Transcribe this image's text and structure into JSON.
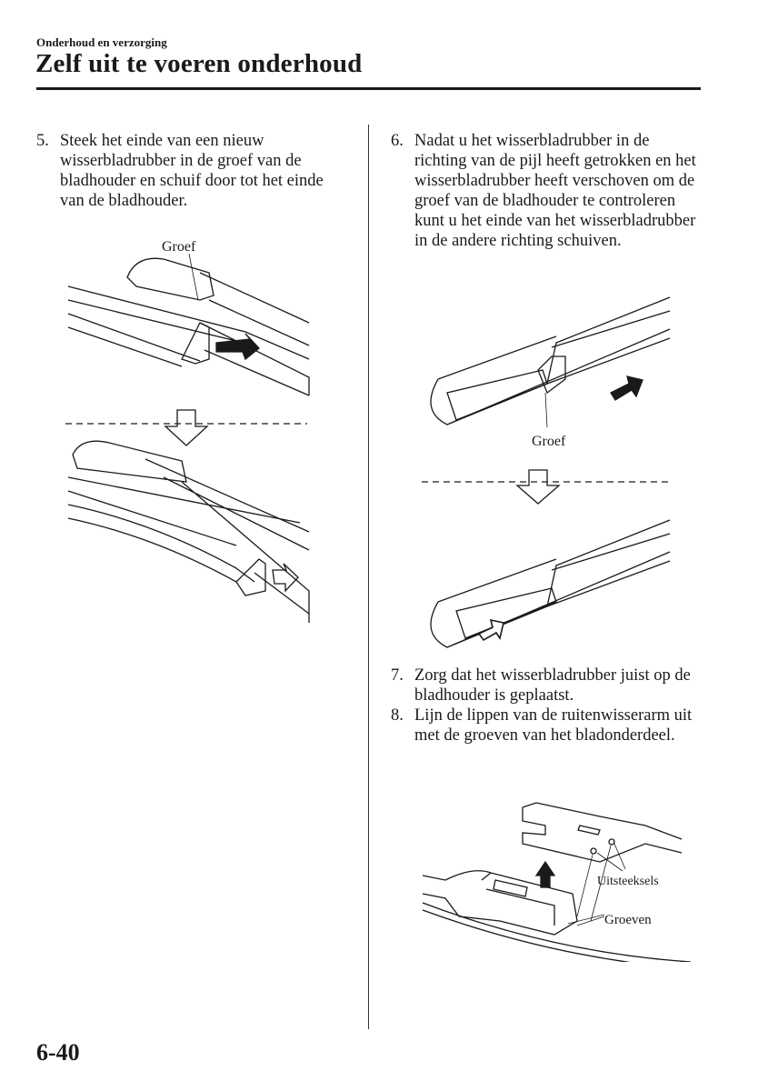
{
  "header": {
    "section": "Onderhoud en verzorging",
    "title": "Zelf uit te voeren onderhoud"
  },
  "steps": [
    {
      "num": "5.",
      "text": "Steek het einde van een nieuw wisserbladrubber in de groef van de bladhouder en schuif door tot het einde van de bladhouder."
    },
    {
      "num": "6.",
      "text": "Nadat u het wisserbladrubber in de richting van de pijl heeft getrokken en het wisserbladrubber heeft verschoven om de groef van de bladhouder te controleren kunt u het einde van het wisserbladrubber in de andere richting schuiven."
    },
    {
      "num": "7.",
      "text": "Zorg dat het wisserbladrubber juist op de bladhouder is geplaatst."
    },
    {
      "num": "8.",
      "text": "Lijn de lippen van de ruitenwisserarm uit met de groeven van het bladonderdeel."
    }
  ],
  "figures": {
    "fig5": {
      "label": "Groef"
    },
    "fig6": {
      "label": "Groef"
    },
    "fig8": {
      "label_protrusions": "Uitsteeksels",
      "label_grooves": "Groeven"
    }
  },
  "footer": {
    "page_number": "6-40"
  }
}
